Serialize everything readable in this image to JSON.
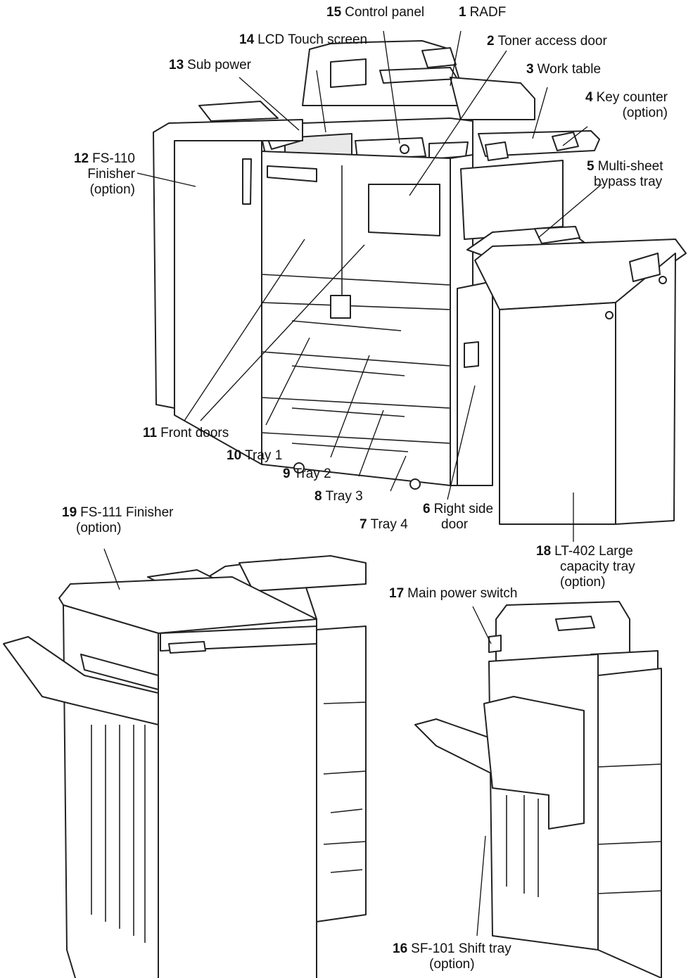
{
  "labels": [
    {
      "num": "1",
      "text": "RADF"
    },
    {
      "num": "2",
      "text": "Toner access door"
    },
    {
      "num": "3",
      "text": "Work table"
    },
    {
      "num": "4",
      "text": "Key counter",
      "sub": "(option)"
    },
    {
      "num": "5",
      "text": "Multi-sheet",
      "sub": "bypass tray"
    },
    {
      "num": "6",
      "text": "Right side",
      "sub": "door"
    },
    {
      "num": "7",
      "text": "Tray 4"
    },
    {
      "num": "8",
      "text": "Tray 3"
    },
    {
      "num": "9",
      "text": "Tray 2"
    },
    {
      "num": "10",
      "text": "Tray 1"
    },
    {
      "num": "11",
      "text": "Front doors"
    },
    {
      "num": "12",
      "text": "FS-110",
      "sub": "Finisher",
      "sub2": "(option)"
    },
    {
      "num": "13",
      "text": "Sub power"
    },
    {
      "num": "14",
      "text": "LCD Touch screen"
    },
    {
      "num": "15",
      "text": "Control panel"
    },
    {
      "num": "16",
      "text": "SF-101 Shift tray",
      "sub": "(option)"
    },
    {
      "num": "17",
      "text": "Main power switch"
    },
    {
      "num": "18",
      "text": "LT-402 Large",
      "sub": "capacity tray",
      "sub2": "(option)"
    },
    {
      "num": "19",
      "text": "FS-111 Finisher",
      "sub": "(option)"
    }
  ]
}
